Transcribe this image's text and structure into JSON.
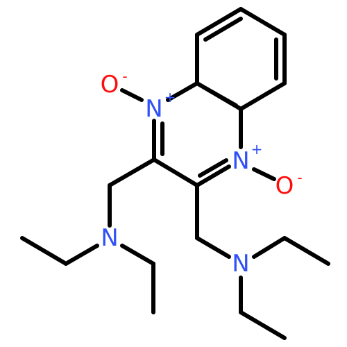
{
  "molecule": {
    "atoms": {
      "N1": {
        "symbol": "N",
        "charge": "+"
      },
      "N4": {
        "symbol": "N",
        "charge": "+"
      },
      "O1": {
        "symbol": "O",
        "charge": "-"
      },
      "O4": {
        "symbol": "O",
        "charge": "-"
      },
      "Na": {
        "symbol": "N",
        "charge": ""
      },
      "Nb": {
        "symbol": "N",
        "charge": ""
      }
    }
  },
  "colors": {
    "nitrogen": "#3050f8",
    "oxygen": "#ff0d0d",
    "carbon_bond": "#000000",
    "background": "#ffffff"
  }
}
